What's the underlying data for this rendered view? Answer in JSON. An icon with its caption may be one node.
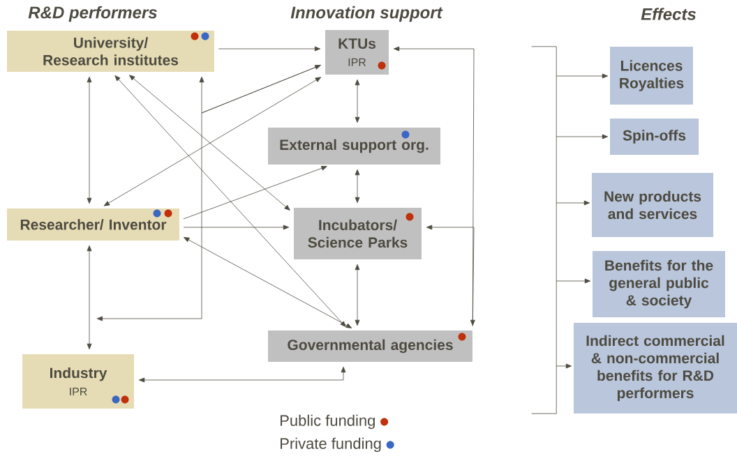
{
  "diagram": {
    "nodes": [
      {
        "text": [
          "University/ Research institutes"
        ]
      },
      {
        "text": [
          "Researcher/ Inventor"
        ]
      },
      {
        "text": [
          "Industry",
          "IPR"
        ]
      },
      {
        "text": [
          "KTUs",
          "IPR"
        ]
      },
      {
        "text": [
          "External support org."
        ]
      },
      {
        "text": [
          "Incubators/ Science Parks"
        ]
      },
      {
        "text": [
          "Governmental agencies"
        ]
      },
      {
        "text": [
          "Licences Royalties"
        ]
      },
      {
        "text": [
          "Spin-offs"
        ]
      },
      {
        "text": [
          "New products and services"
        ]
      },
      {
        "text": [
          "Benefits for the general public & society"
        ]
      },
      {
        "text": [
          "Indirect commercial & non-commercial benefits for R&D performers"
        ]
      },
      {
        "text": [],
        "shape": "bracket"
      }
    ],
    "edges": [
      {
        "from": 0,
        "to": 3,
        "arrow": "to"
      },
      {
        "from": 0,
        "to": 1,
        "arrow": "both"
      },
      {
        "from": 0,
        "to": 5,
        "arrow": "both"
      },
      {
        "from": 0,
        "to": 6,
        "arrow": "both"
      },
      {
        "from": 3,
        "to": 1,
        "arrow": "both"
      },
      {
        "from": 3,
        "to": 0,
        "arrow": "both"
      },
      {
        "from": 3,
        "to": null,
        "arrow": "to"
      },
      {
        "from": 1,
        "to": 4,
        "arrow": "to"
      },
      {
        "from": 1,
        "to": 5,
        "arrow": "to"
      },
      {
        "from": 1,
        "to": 6,
        "arrow": "both"
      },
      {
        "from": 1,
        "to": 2,
        "arrow": "both"
      },
      {
        "from": 3,
        "to": 4,
        "arrow": "both"
      },
      {
        "from": 4,
        "to": 5,
        "arrow": "both"
      },
      {
        "from": 5,
        "to": 6,
        "arrow": "both"
      },
      {
        "from": 6,
        "to": 3,
        "arrow": "both"
      },
      {
        "from": 6,
        "to": 5,
        "arrow": "to"
      },
      {
        "from": 2,
        "to": 6,
        "arrow": "both"
      },
      {
        "from": 12,
        "to": 7,
        "arrow": "to"
      },
      {
        "from": 12,
        "to": 8,
        "arrow": "to"
      },
      {
        "from": 12,
        "to": 9,
        "arrow": "to"
      },
      {
        "from": 12,
        "to": 10,
        "arrow": "to"
      },
      {
        "from": 12,
        "to": 11,
        "arrow": "to"
      }
    ],
    "labels": [
      "R&D performers",
      "Innovation support",
      "Effects"
    ],
    "legend": [
      {
        "text": "Public funding",
        "color": "#c0300a"
      },
      {
        "text": "Private funding",
        "color": "#3a66c4"
      }
    ]
  }
}
